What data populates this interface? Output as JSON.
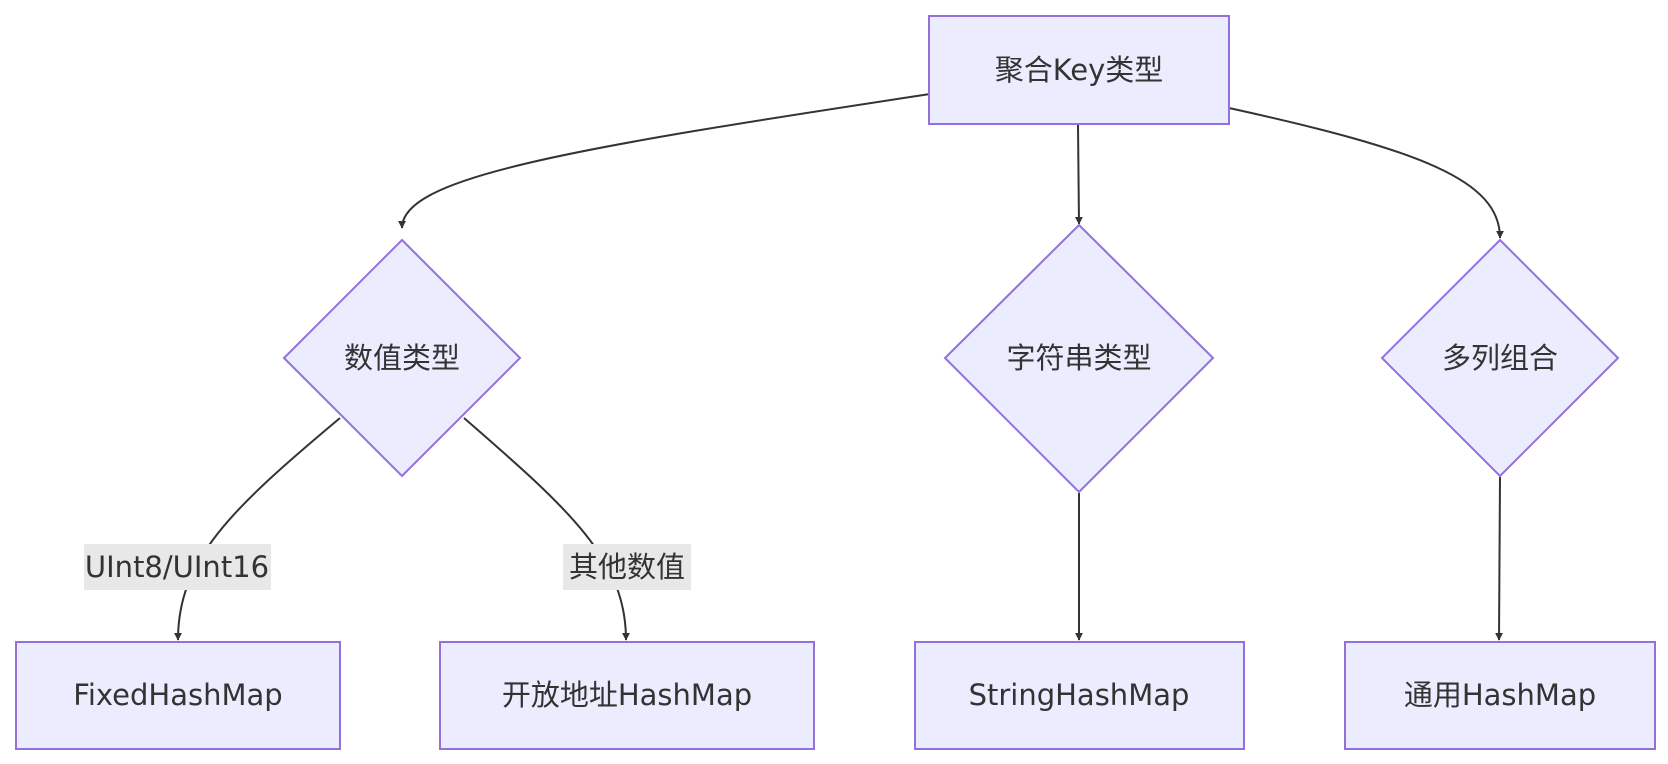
{
  "nodes": {
    "root": "聚合Key类型",
    "numeric": "数值类型",
    "string": "字符串类型",
    "multi": "多列组合",
    "fixed": "FixedHashMap",
    "open": "开放地址HashMap",
    "string_map": "StringHashMap",
    "general": "通用HashMap"
  },
  "edges": {
    "small_int": "UInt8/UInt16",
    "other_num": "其他数值"
  }
}
